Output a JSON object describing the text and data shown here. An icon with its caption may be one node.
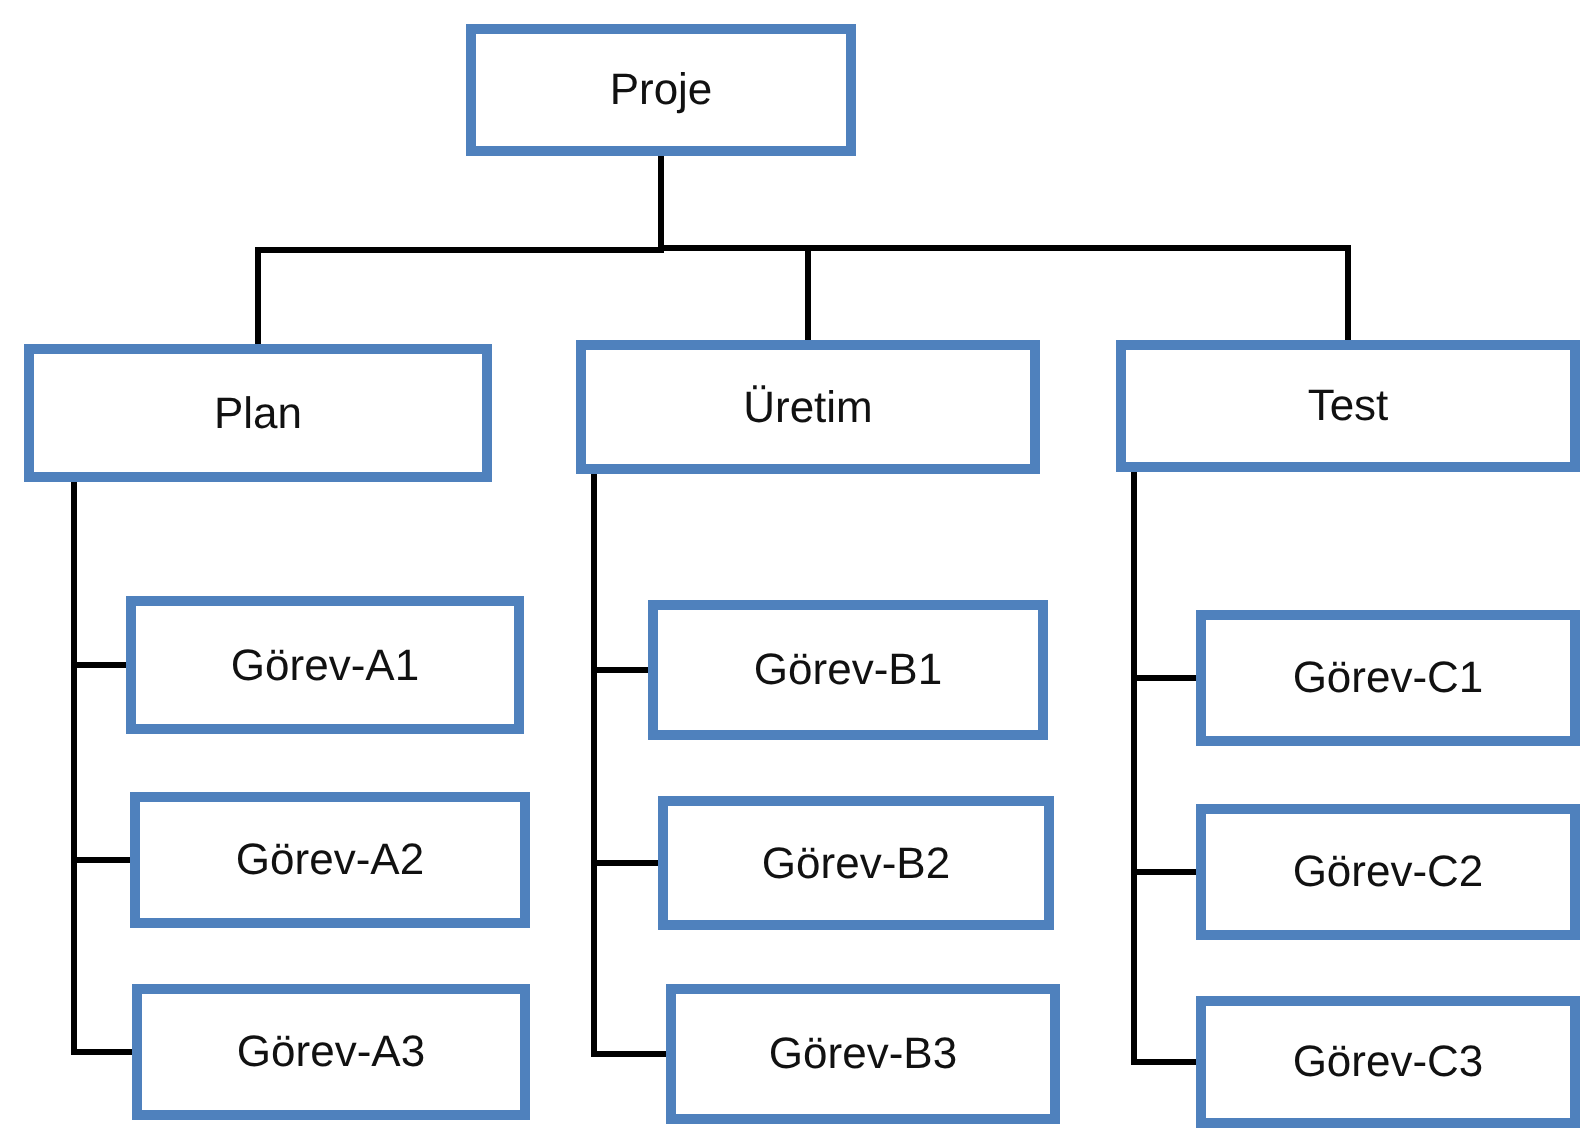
{
  "diagram": {
    "nodes": [
      {
        "text": [
          "Proje"
        ]
      },
      {
        "text": [
          "Plan"
        ]
      },
      {
        "text": [
          "Üretim"
        ]
      },
      {
        "text": [
          "Test"
        ]
      },
      {
        "text": [
          "Görev-A1"
        ]
      },
      {
        "text": [
          "Görev-A2"
        ]
      },
      {
        "text": [
          "Görev-A3"
        ]
      },
      {
        "text": [
          "Görev-B1"
        ]
      },
      {
        "text": [
          "Görev-B2"
        ]
      },
      {
        "text": [
          "Görev-B3"
        ]
      },
      {
        "text": [
          "Görev-C1"
        ]
      },
      {
        "text": [
          "Görev-C2"
        ]
      },
      {
        "text": [
          "Görev-C3"
        ]
      }
    ],
    "edges": [
      {
        "from": 0,
        "to": 1,
        "arrow": "none"
      },
      {
        "from": 0,
        "to": 2,
        "arrow": "none"
      },
      {
        "from": 0,
        "to": 3,
        "arrow": "none"
      },
      {
        "from": 1,
        "to": 4,
        "arrow": "none"
      },
      {
        "from": 1,
        "to": 5,
        "arrow": "none"
      },
      {
        "from": 1,
        "to": 6,
        "arrow": "none"
      },
      {
        "from": 2,
        "to": 7,
        "arrow": "none"
      },
      {
        "from": 2,
        "to": 8,
        "arrow": "none"
      },
      {
        "from": 2,
        "to": 9,
        "arrow": "none"
      },
      {
        "from": 3,
        "to": 10,
        "arrow": "none"
      },
      {
        "from": 3,
        "to": 11,
        "arrow": "none"
      },
      {
        "from": 3,
        "to": 12,
        "arrow": "none"
      }
    ]
  }
}
